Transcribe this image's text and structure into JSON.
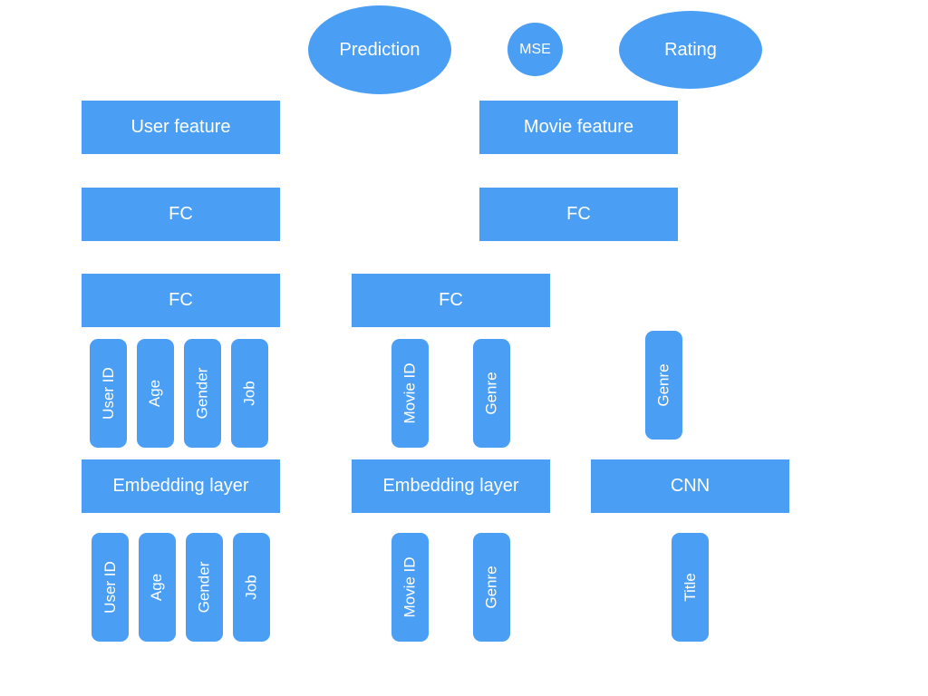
{
  "diagram": {
    "top": {
      "prediction": "Prediction",
      "mse": "MSE",
      "rating": "Rating"
    },
    "user_branch": {
      "feature": "User feature",
      "fc_upper": "FC",
      "fc_lower": "FC",
      "embedded_inputs": [
        "User ID",
        "Age",
        "Gender",
        "Job"
      ],
      "embedding": "Embedding layer",
      "raw_inputs": [
        "User ID",
        "Age",
        "Gender",
        "Job"
      ]
    },
    "movie_branch": {
      "feature": "Movie feature",
      "fc_upper": "FC",
      "fc_lower": "FC",
      "embedded_inputs": [
        "Movie ID",
        "Genre"
      ],
      "embedding": "Embedding layer",
      "raw_inputs": [
        "Movie ID",
        "Genre"
      ]
    },
    "title_branch": {
      "output": "Genre",
      "cnn": "CNN",
      "raw_input": "Title"
    }
  },
  "colors": {
    "node_fill": "#4a9ff5",
    "node_text": "#ffffff",
    "background": "#ffffff"
  }
}
